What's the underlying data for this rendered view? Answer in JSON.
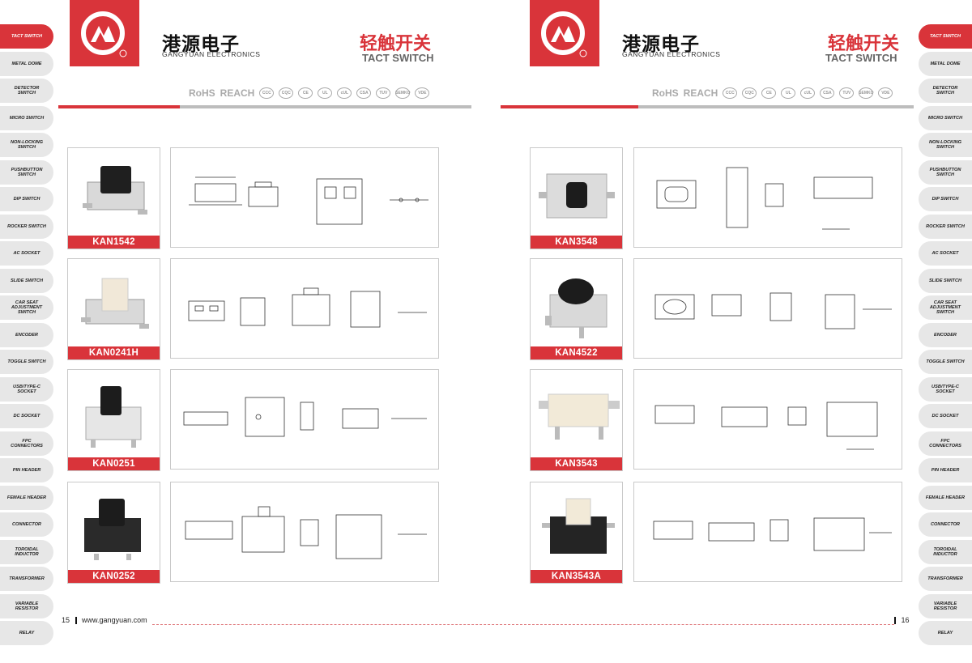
{
  "tabs": {
    "left": [
      "TACT SWITCH",
      "METAL DOME",
      "DETECTOR SWITCH",
      "MICRO SWITCH",
      "NON-LOCKING SWITCH",
      "PUSHBUTTON SWITCH",
      "DIP SWITCH",
      "ROCKER SWITCH",
      "AC SOCKET",
      "SLIDE SWITCH",
      "CAR SEAT ADJUSTMENT SWITCH",
      "ENCODER",
      "TOGGLE SWITCH",
      "USB/Type-C SOCKET",
      "DC SOCKET",
      "FPC CONNECTORS",
      "PIN HEADER",
      "FEMALE HEADER",
      "CONNECTOR",
      "TOROIDAL INDUCTOR",
      "TRANSFORMER",
      "VARIABLE RESISTOR",
      "RELAY"
    ],
    "right": [
      "TACT SWITCH",
      "METAL DOME",
      "DETECTOR SWITCH",
      "MICRO SWITCH",
      "NON-LOCKING SWITCH",
      "PUSHBUTTON SWITCH",
      "DIP SWITCH",
      "ROCKER SWITCH",
      "AC SOCKET",
      "SLIDE SWITCH",
      "CAR SEAT ADJUSTMENT SWITCH",
      "ENCODER",
      "TOGGLE SWITCH",
      "USB/Type-C SOCKET",
      "DC SOCKET",
      "FPC CONNECTORS",
      "PIN HEADER",
      "FEMALE HEADER",
      "CONNECTOR",
      "TOROIDAL INDUCTOR",
      "TRANSFORMER",
      "VARIABLE RESISTOR",
      "RELAY"
    ]
  },
  "header": {
    "brand_cn": "港源电子",
    "brand_en": "GANGYUAN  ELECTRONICS",
    "title_cn": "轻触开关",
    "title_en": "TACT SWITCH"
  },
  "certs": [
    "RoHS",
    "REACH"
  ],
  "cert_icons": [
    "CCC",
    "CQC",
    "CE",
    "UL",
    "cUL",
    "CSA",
    "TUV",
    "SEMKO",
    "VDE"
  ],
  "products": {
    "left": [
      "KAN1542",
      "KAN0241H",
      "KAN0251",
      "KAN0252"
    ],
    "right": [
      "KAN3548",
      "KAN4522",
      "KAN3543",
      "KAN3543A"
    ]
  },
  "footer": {
    "left_page": "15",
    "website": "www.gangyuan.com",
    "right_page": "16"
  },
  "colors": {
    "brand_red": "#d9343a",
    "tab_gray": "#e7e7e7",
    "frame_gray": "#c9c9c9"
  }
}
